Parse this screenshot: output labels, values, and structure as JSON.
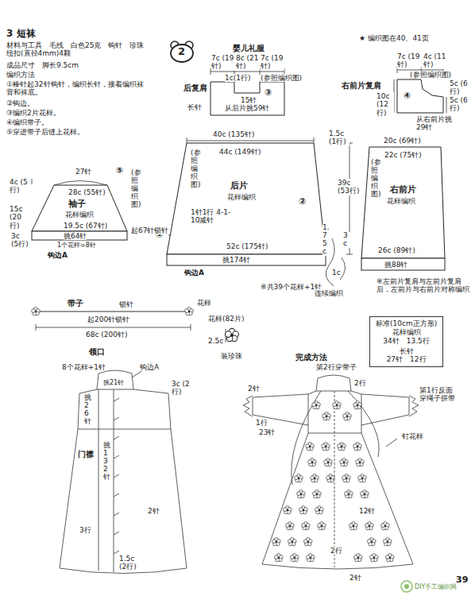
{
  "diagram": {
    "title": "3 短袜",
    "nodes": [
      {
        "text": [
          "2"
        ]
      },
      {
        "text": [
          "后复肩",
          "15针"
        ]
      },
      {
        "text": [
          "右前片复肩"
        ]
      },
      {
        "text": [
          "后片",
          "花样编织"
        ]
      },
      {
        "text": [
          "右前片",
          "花样编织"
        ]
      },
      {
        "text": [
          "袖子",
          "花样编织"
        ]
      },
      {
        "text": [
          "标准(10cm正方形)",
          "花样编织",
          "34针　13.5行",
          "长针",
          "27针　12行"
        ]
      }
    ],
    "labels": [
      "材料与工具　毛线　白色25克　钩针　珍珠纽扣(直径4mm)4颗",
      "成品尺寸　脚长9.5cm",
      "编织方法",
      "①棒针起32针钩针，编织长针，接着编织袜背和袜底。",
      "②钩边。",
      "③编织2片花样。",
      "④编织带子。",
      "⑤穿进带子后缝上花样。",
      "★ 编织图在40、41页",
      "婴儿礼服",
      "7c (19针)",
      "8c (21针)",
      "7c (19针)",
      "1c(1行)",
      "(参照编织图)",
      "③",
      "长针",
      "从后片挑59针",
      "7c (19针)",
      "4c (11针)",
      "(参照编织图)",
      "10c (12行)",
      "④",
      "5c (6行)",
      "5c (6行)",
      "从右前片挑29针",
      "40c (135针)",
      "44c (149针)",
      "(参照编织图)",
      "1针1行 4-1-10减针",
      "①",
      "②",
      "52c (175针)",
      "挑174针",
      "钩边A",
      "※共39个花样+1针",
      "1.5c (1行)",
      "39c (53行)",
      "1.75c",
      "3c",
      "1c",
      "连续编织",
      "20c (69针)",
      "22c (75针)",
      "(参照编织图)",
      "26c (89针)",
      "挑88针",
      "※左前片复肩与左前片复肩后，左前片与右前片对称编织",
      "27针",
      "⑤",
      "4c (5行)",
      "28c (55针)",
      "15c (20行)",
      "(参照编织图)",
      "19.5c (67针)",
      "起67针锁针",
      "3c (5行)",
      "挑64针",
      "1个花样=8针",
      "钩边A",
      "带子",
      "锁针",
      "花样",
      "起200针锁针",
      "68c (200针)",
      "花样(82片)",
      "2.5c",
      "装珍珠",
      "领口",
      "8个花样+1针",
      "钩边A",
      "挑21针",
      "3c (2行)",
      "挑26针",
      "门襟",
      "挑132针",
      "2针",
      "3行",
      "1.5c (2行)",
      "完成方法",
      "第2行穿带子",
      "2行",
      "2针",
      "1行",
      "23针",
      "钉花样",
      "第1行反面穿绳子拼带",
      "12针",
      "2行",
      "2针",
      "DIY手工编织网",
      "39"
    ]
  }
}
